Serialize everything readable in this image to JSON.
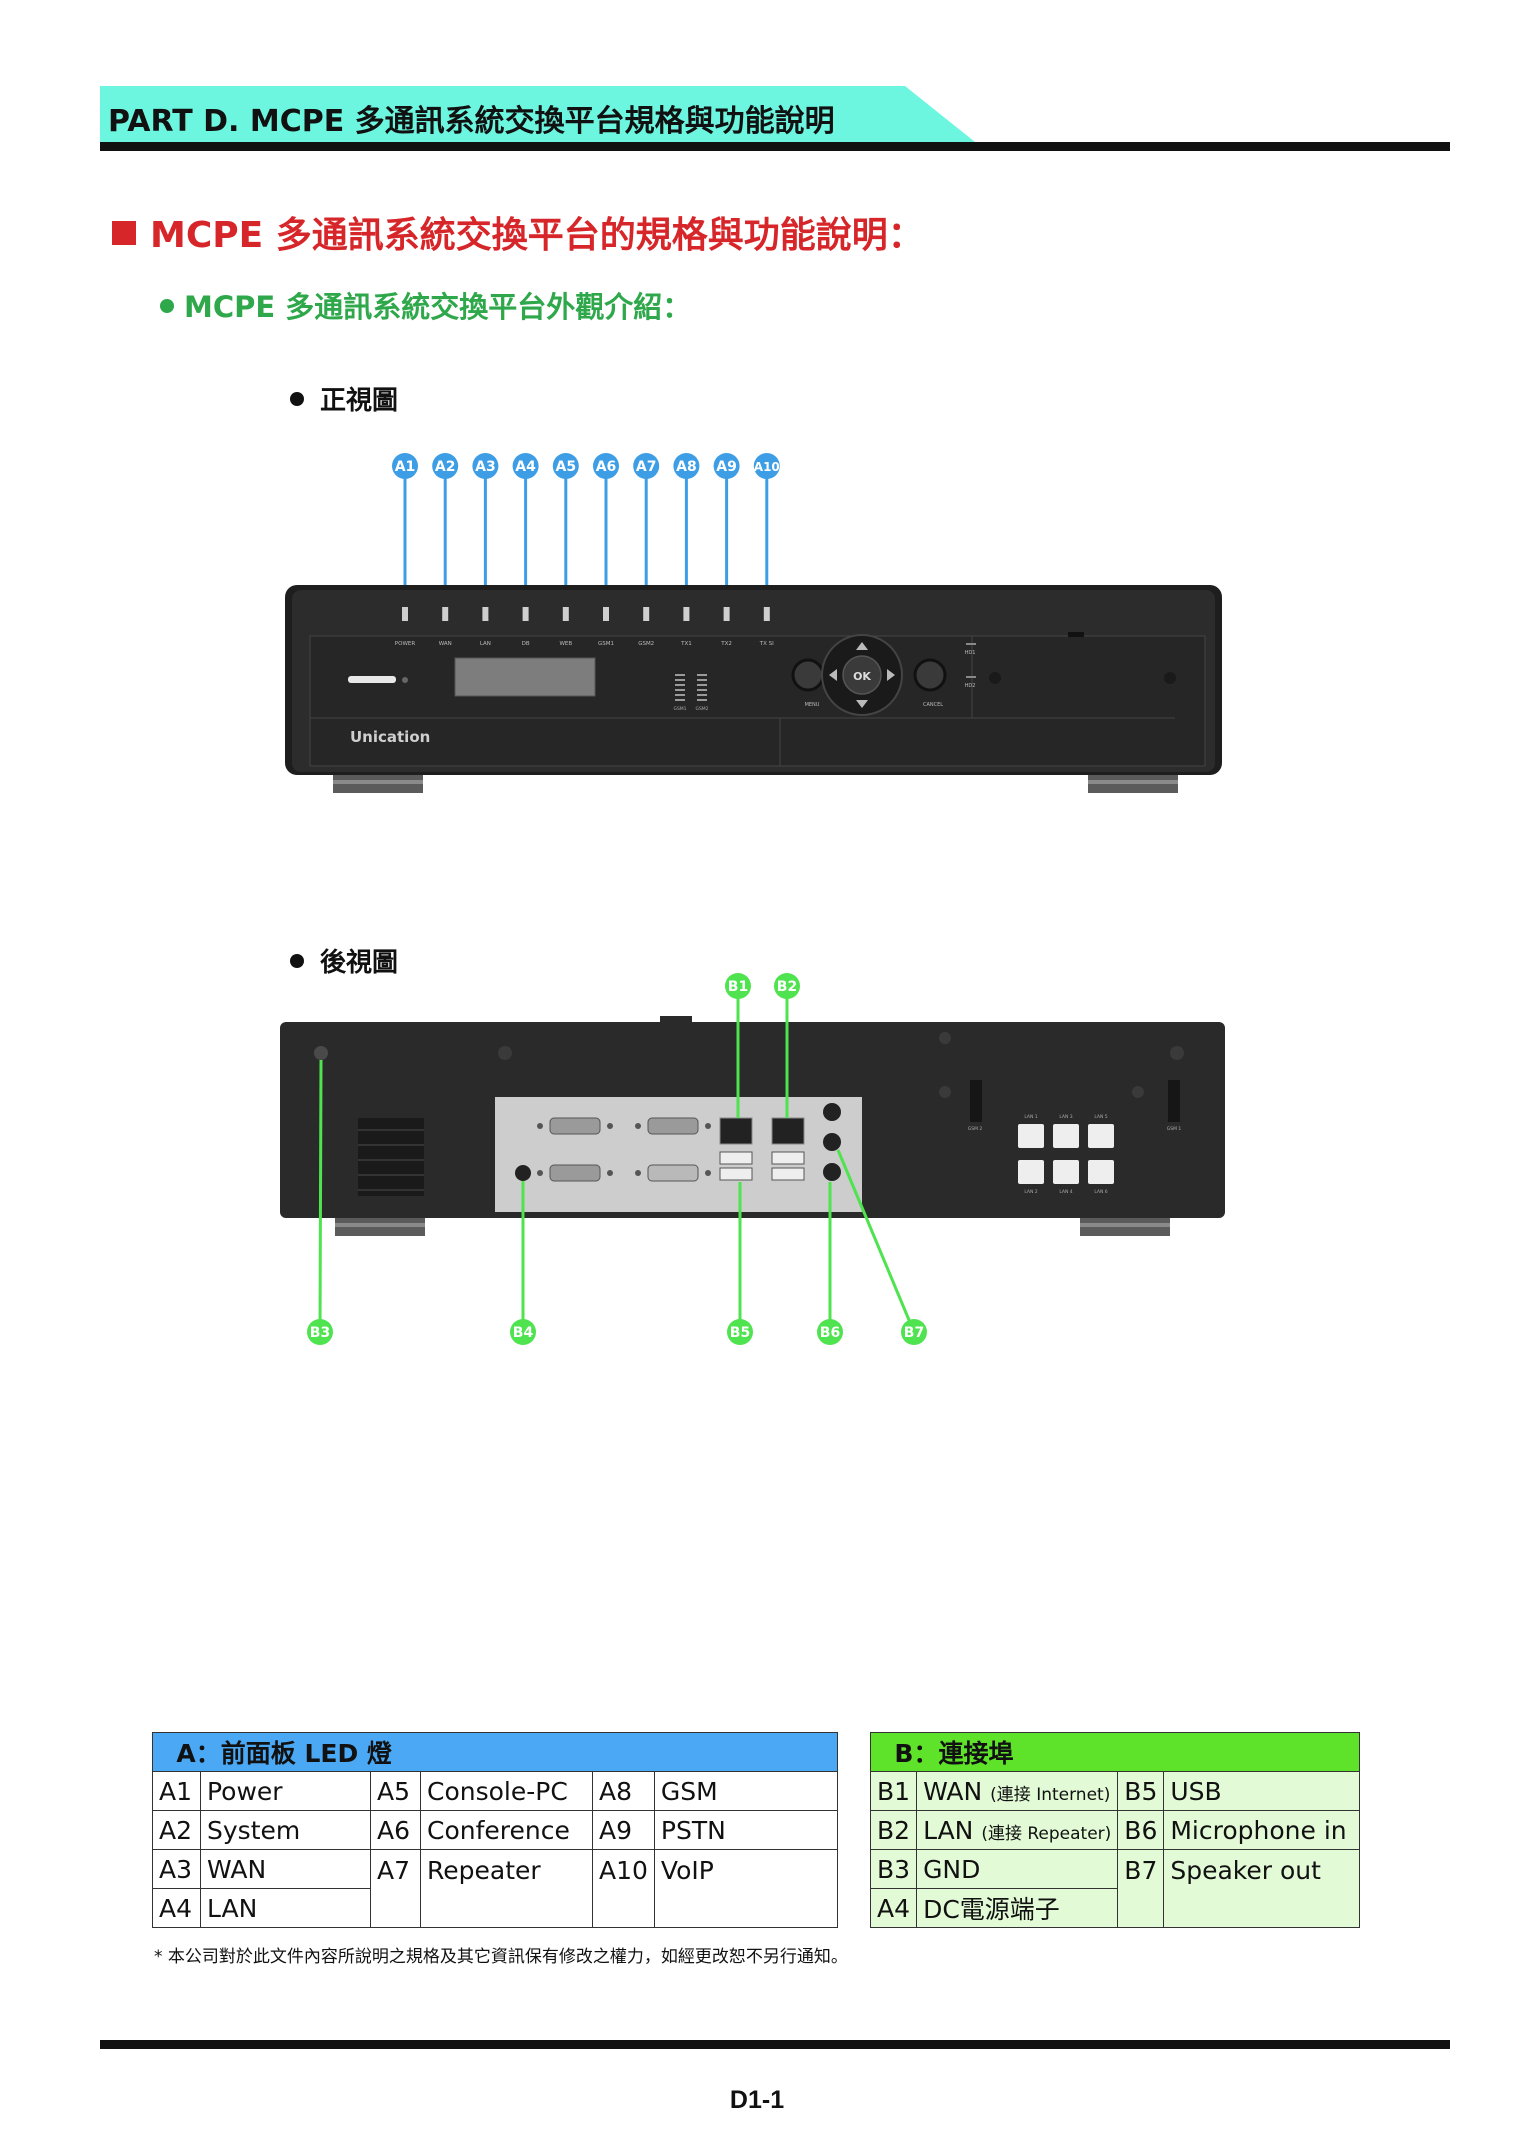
{
  "header": {
    "title": "PART D. MCPE 多通訊系統交換平台規格與功能說明"
  },
  "section_title": "MCPE 多通訊系統交換平台的規格與功能說明：",
  "subsection_title": "MCPE 多通訊系統交換平台外觀介紹：",
  "front_view": {
    "title": "正視圖",
    "callouts": [
      "A1",
      "A2",
      "A3",
      "A4",
      "A5",
      "A6",
      "A7",
      "A8",
      "A9",
      "A10"
    ],
    "led_labels": [
      "POWER",
      "WAN",
      "LAN",
      "DB",
      "WEB",
      "GSM1",
      "GSM2",
      "TX1",
      "TX2",
      "TX SI"
    ],
    "hd_labels": [
      "HD1",
      "HD2"
    ],
    "gsm_bar_labels": [
      "GSM1",
      "GSM2"
    ],
    "button_labels": {
      "ok": "OK",
      "menu": "MENU",
      "cancel": "CANCEL"
    },
    "brand": "Unication",
    "colors": {
      "callout_blue": "#3d9ee6",
      "device_dark": "#2b2b2b"
    }
  },
  "rear_view": {
    "title": "後視圖",
    "callouts_top": [
      "B1",
      "B2"
    ],
    "callouts_bottom": [
      "B3",
      "B4",
      "B5",
      "B6",
      "B7"
    ],
    "port_labels": {
      "gsm_left": "GSM 2",
      "gsm_right": "GSM 1",
      "lan_top": [
        "LAN 1",
        "LAN 3",
        "LAN 5"
      ],
      "lan_bottom": [
        "LAN 2",
        "LAN 4",
        "LAN 6"
      ]
    },
    "colors": {
      "callout_green": "#4fe34f"
    }
  },
  "table_a": {
    "header": "A：前面板 LED 燈",
    "rows": [
      [
        {
          "code": "A1",
          "label": "Power"
        },
        {
          "code": "A5",
          "label": "Console-PC"
        },
        {
          "code": "A8",
          "label": "GSM"
        }
      ],
      [
        {
          "code": "A2",
          "label": "System"
        },
        {
          "code": "A6",
          "label": "Conference"
        },
        {
          "code": "A9",
          "label": "PSTN"
        }
      ],
      [
        {
          "code": "A3",
          "label": "WAN"
        },
        {
          "code": "A7",
          "label": "Repeater"
        },
        {
          "code": "A10",
          "label": "VoIP"
        }
      ],
      [
        {
          "code": "A4",
          "label": "LAN"
        }
      ]
    ]
  },
  "table_b": {
    "header": "B：連接埠",
    "rows": [
      [
        {
          "code": "B1",
          "label": "WAN",
          "note": "(連接 Internet)"
        },
        {
          "code": "B5",
          "label": "USB"
        }
      ],
      [
        {
          "code": "B2",
          "label": "LAN",
          "note": "(連接 Repeater)"
        },
        {
          "code": "B6",
          "label": "Microphone in"
        }
      ],
      [
        {
          "code": "B3",
          "label": "GND"
        },
        {
          "code": "B7",
          "label": "Speaker out"
        }
      ],
      [
        {
          "code": "A4",
          "label": "DC電源端子"
        }
      ]
    ]
  },
  "footnote": "* 本公司對於此文件內容所說明之規格及其它資訊保有修改之權力，如經更改恕不另行通知。",
  "page_number": "D1-1"
}
